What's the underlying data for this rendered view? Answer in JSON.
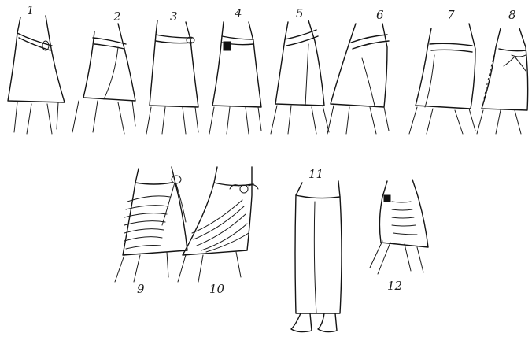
{
  "figures": [
    {
      "id": "fig-1",
      "label": "1"
    },
    {
      "id": "fig-2",
      "label": "2"
    },
    {
      "id": "fig-3",
      "label": "3"
    },
    {
      "id": "fig-4",
      "label": "4"
    },
    {
      "id": "fig-5",
      "label": "5"
    },
    {
      "id": "fig-6",
      "label": "6"
    },
    {
      "id": "fig-7",
      "label": "7"
    },
    {
      "id": "fig-8",
      "label": "8"
    },
    {
      "id": "fig-9",
      "label": "9"
    },
    {
      "id": "fig-10",
      "label": "10"
    },
    {
      "id": "fig-11",
      "label": "11"
    },
    {
      "id": "fig-12",
      "label": "12"
    }
  ]
}
